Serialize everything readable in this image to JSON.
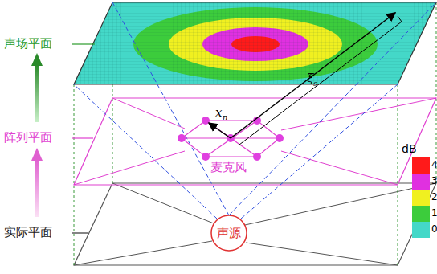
{
  "diagram": {
    "nodes": [
      {
        "text": [
          "声源"
        ]
      }
    ],
    "labels": [
      "声场平面",
      "阵列平面",
      "实际平面",
      "麦克风",
      "x",
      "n",
      "ξ",
      "s",
      "dB",
      "4",
      "3",
      "2",
      "1",
      "0"
    ]
  }
}
